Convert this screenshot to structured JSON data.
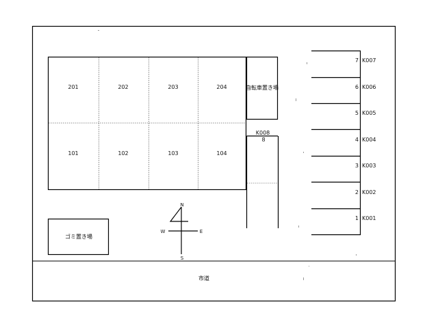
{
  "units": {
    "upper": [
      "201",
      "202",
      "203",
      "204"
    ],
    "lower": [
      "101",
      "102",
      "103",
      "104"
    ]
  },
  "bicycle_parking": "自転車置き場",
  "garbage_area": "ゴミ置き場",
  "compass": {
    "n": "N",
    "s": "S",
    "e": "E",
    "w": "W"
  },
  "road": "市道",
  "single_space": {
    "code": "K008",
    "number": "8"
  },
  "parking_rows": [
    {
      "number": "7",
      "code": "K007"
    },
    {
      "number": "6",
      "code": "K006"
    },
    {
      "number": "5",
      "code": "K005"
    },
    {
      "number": "4",
      "code": "K004"
    },
    {
      "number": "3",
      "code": "K003"
    },
    {
      "number": "2",
      "code": "K002"
    },
    {
      "number": "1",
      "code": "K001"
    }
  ]
}
